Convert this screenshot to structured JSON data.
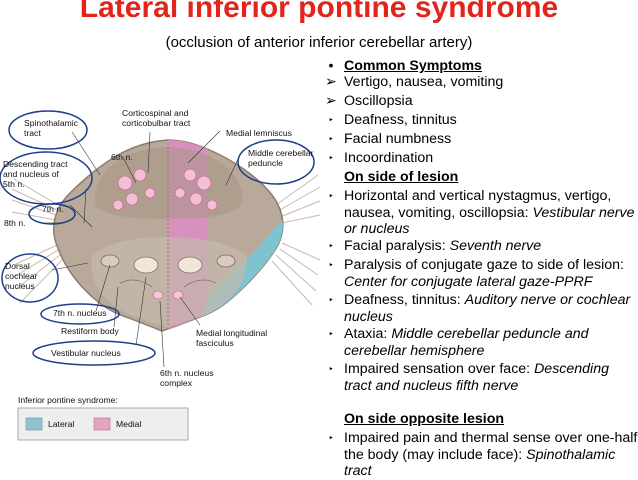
{
  "title": "Lateral inferior pontine syndrome",
  "subtitle": "(occlusion of anterior inferior cerebellar artery)",
  "figure": {
    "labels": {
      "spinothalamic": "Spinothalamic\ntract",
      "cortico": "Corticospinal and\ncorticobulbar tract",
      "sixth_n": "6th n.",
      "medial_lemniscus": "Medial lemniscus",
      "middle_peduncle": "Middle cerebellar\npeduncle",
      "descending_tract": "Descending tract\nand nucleus of\n5th n.",
      "seventh_n": "7th n.",
      "eighth_n": "8th n.",
      "dorsal_cochlear": "Dorsal\ncochlear\nnucleus",
      "seventh_nucleus": "7th n. nucleus",
      "restiform": "Restiform body",
      "mlf": "Medial longitudinal\nfasciculus",
      "vestibular": "Vestibular nucleus",
      "sixth_complex": "6th n. nucleus\ncomplex"
    },
    "caption": "Inferior pontine syndrome:",
    "legend": [
      {
        "label": "Lateral",
        "color": "#8fc2cd"
      },
      {
        "label": "Medial",
        "color": "#e7a3c4"
      }
    ],
    "colors": {
      "pons": "#b9a99a",
      "lateral": "#7ec3cf",
      "medial": "#d98fc0",
      "circle": "#1f3f8a"
    }
  },
  "content": {
    "common_header": "Common Symptoms",
    "common": [
      "Vertigo, nausea, vomiting",
      "Oscillopsia",
      "Deafness, tinnitus",
      "Facial numbness",
      "Incoordination"
    ],
    "side_header": "On side of lesion",
    "side": [
      {
        "plain": "Horizontal and vertical nystagmus, vertigo, nausea, vomiting, oscillopsia: ",
        "italic": "Vestibular nerve or nucleus"
      },
      {
        "plain": "Facial paralysis: ",
        "italic": "Seventh nerve"
      },
      {
        "plain": "Paralysis of conjugate gaze to side of lesion: ",
        "italic": "Center for conjugate lateral gaze-PPRF"
      },
      {
        "plain": "Deafness, tinnitus: ",
        "italic": "Auditory nerve or cochlear nucleus"
      },
      {
        "plain": "Ataxia: ",
        "italic": "Middle cerebellar peduncle and cerebellar hemisphere"
      },
      {
        "plain": "Impaired sensation over face: ",
        "italic": "Descending tract and nucleus fifth nerve"
      }
    ],
    "opp_header": "On side opposite lesion",
    "opp": [
      {
        "plain": "Impaired pain and thermal sense over one-half the body (may include face): ",
        "italic": "Spinothalamic tract"
      }
    ]
  }
}
